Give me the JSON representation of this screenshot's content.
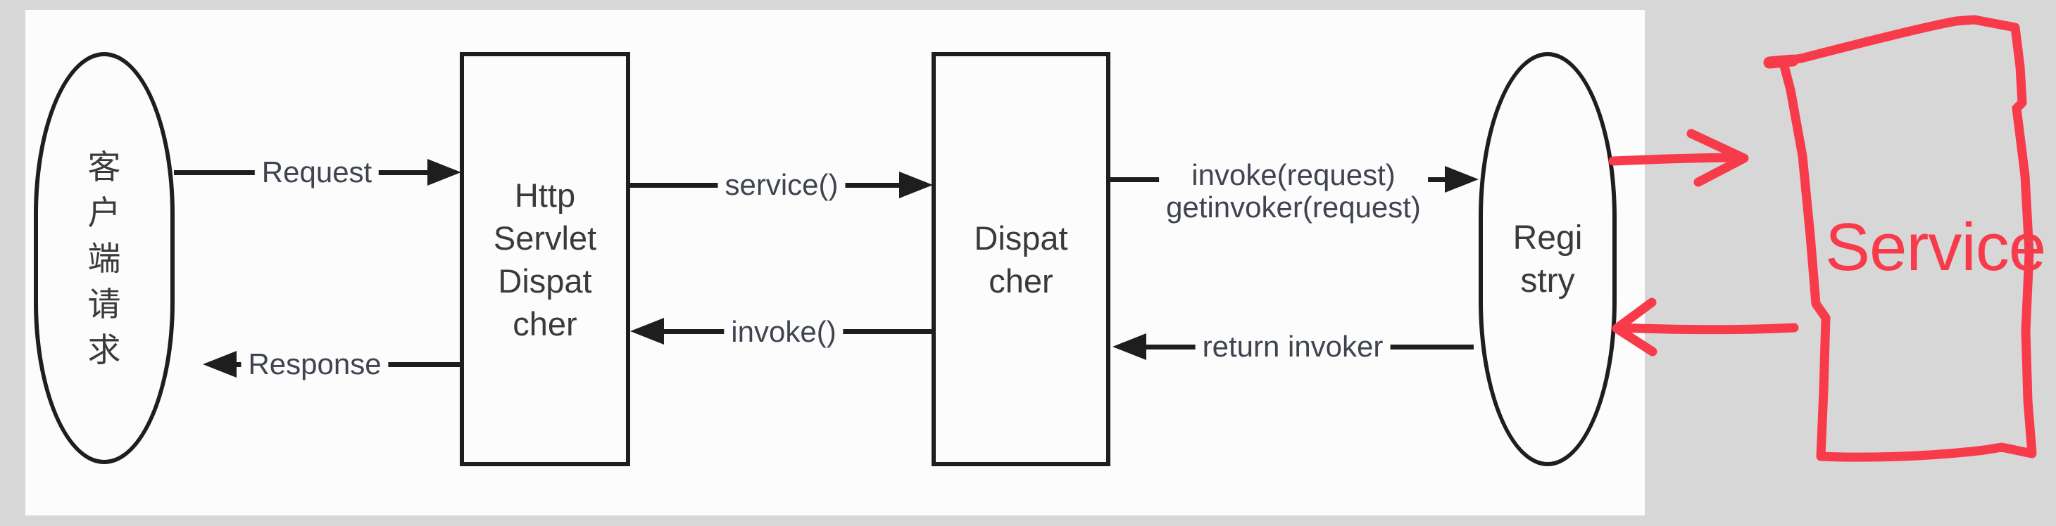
{
  "colors": {
    "canvas": "#fcfcfc",
    "outside": "#d7d7d7",
    "stroke": "#1e1e1e",
    "node_text": "#3a3a3a",
    "label_text": "#3f4450",
    "red": "#f83b4b"
  },
  "nodes": {
    "client": {
      "chars": [
        "客",
        "户",
        "端",
        "请",
        "求"
      ]
    },
    "http_servlet_dispatcher": {
      "lines": [
        "Http",
        "Servlet",
        "Dispat",
        "cher"
      ]
    },
    "dispatcher": {
      "lines": [
        "Dispat",
        "cher"
      ]
    },
    "registry": {
      "lines": [
        "Regi",
        "stry"
      ]
    },
    "service": {
      "label": "Service"
    }
  },
  "arrows": {
    "request": {
      "label": "Request"
    },
    "response": {
      "label": "Response"
    },
    "service_call": {
      "label": "service()"
    },
    "invoke_call": {
      "label": "invoke()"
    },
    "invoke_request": {
      "line1": "invoke(request)",
      "line2": "getinvoker(request)"
    },
    "return_invoker": {
      "label": "return invoker"
    }
  }
}
